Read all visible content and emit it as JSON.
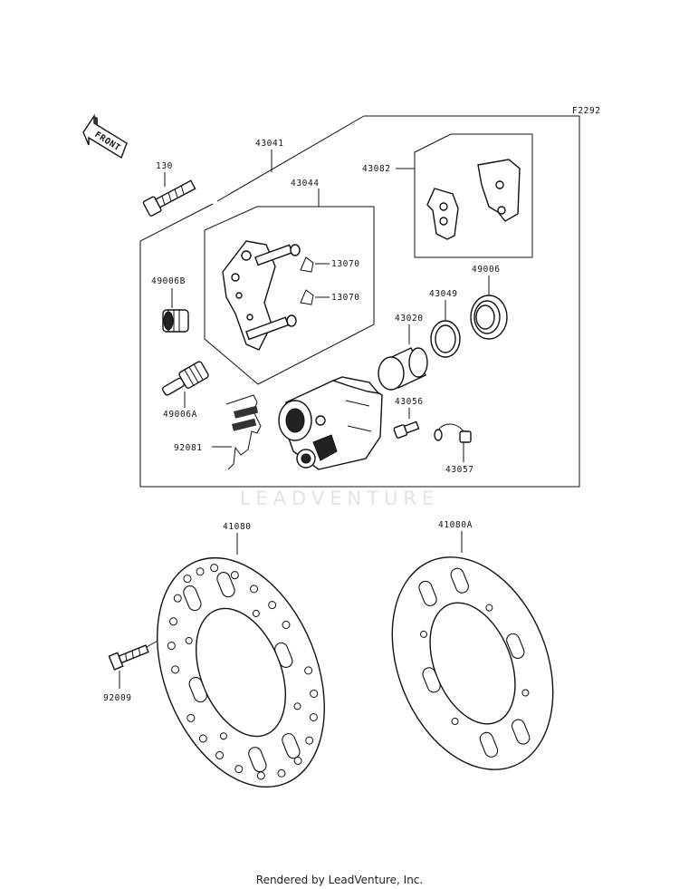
{
  "figure_code": "F2292",
  "front_label": "FRONT",
  "watermark": "LEADVENTURE",
  "credit": "Rendered by LeadVenture, Inc.",
  "parts": {
    "bolt": "130",
    "caliper_assembly": "43041",
    "bracket": "43044",
    "pad_set": "43082",
    "pad_spring_a": "13070",
    "pad_spring_b": "13070",
    "boot": "49006B",
    "pin": "49006A",
    "pad_spring": "92081",
    "seal": "43049",
    "dust_seal": "49006",
    "piston": "43020",
    "bleeder": "43056",
    "cap": "43057",
    "disc": "41080",
    "disc_alt": "41080A",
    "disc_screw": "92009"
  }
}
